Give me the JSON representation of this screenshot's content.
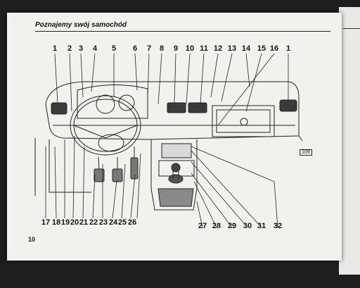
{
  "header": {
    "title": "Poznajemy swój samochód"
  },
  "figure": {
    "code": "109",
    "top_labels": [
      "1",
      "2",
      "3",
      "4",
      "5",
      "6",
      "7",
      "8",
      "9",
      "10",
      "11",
      "12",
      "13",
      "14",
      "15",
      "16",
      "1"
    ],
    "bottom_labels": [
      "17",
      "18",
      "19",
      "20",
      "21",
      "22",
      "23",
      "24",
      "25",
      "26",
      "27",
      "28",
      "29",
      "30",
      "31",
      "32"
    ]
  },
  "footer": {
    "page_number": "10"
  }
}
